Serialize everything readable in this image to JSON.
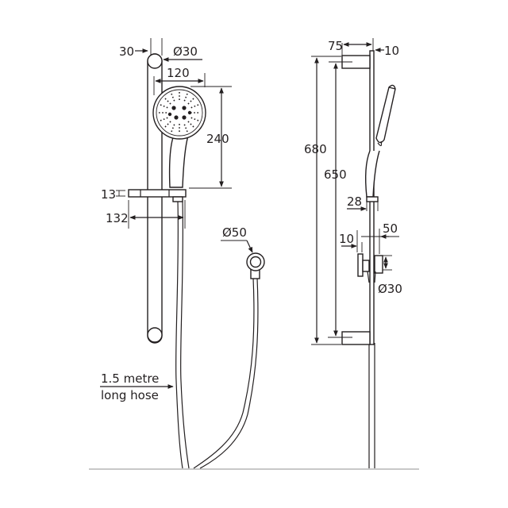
{
  "drawing": {
    "front_view": {
      "dims": {
        "rail_offset": "30",
        "rail_diameter": "Ø30",
        "head_width": "120",
        "head_height": "240",
        "shelf_thickness": "13",
        "shelf_depth": "132",
        "elbow_diameter": "Ø50"
      },
      "hose_label_line1": "1.5 metre",
      "hose_label_line2": "long hose"
    },
    "side_view": {
      "dims": {
        "bracket_depth": "75",
        "rail_thickness": "10",
        "overall_height": "680",
        "bracket_centres": "650",
        "slider_width": "28",
        "elbow_projection": "50",
        "elbow_plate": "10",
        "elbow_diameter": "Ø30"
      }
    },
    "colors": {
      "line": "#231f20",
      "floor": "#c8c8c8"
    }
  }
}
